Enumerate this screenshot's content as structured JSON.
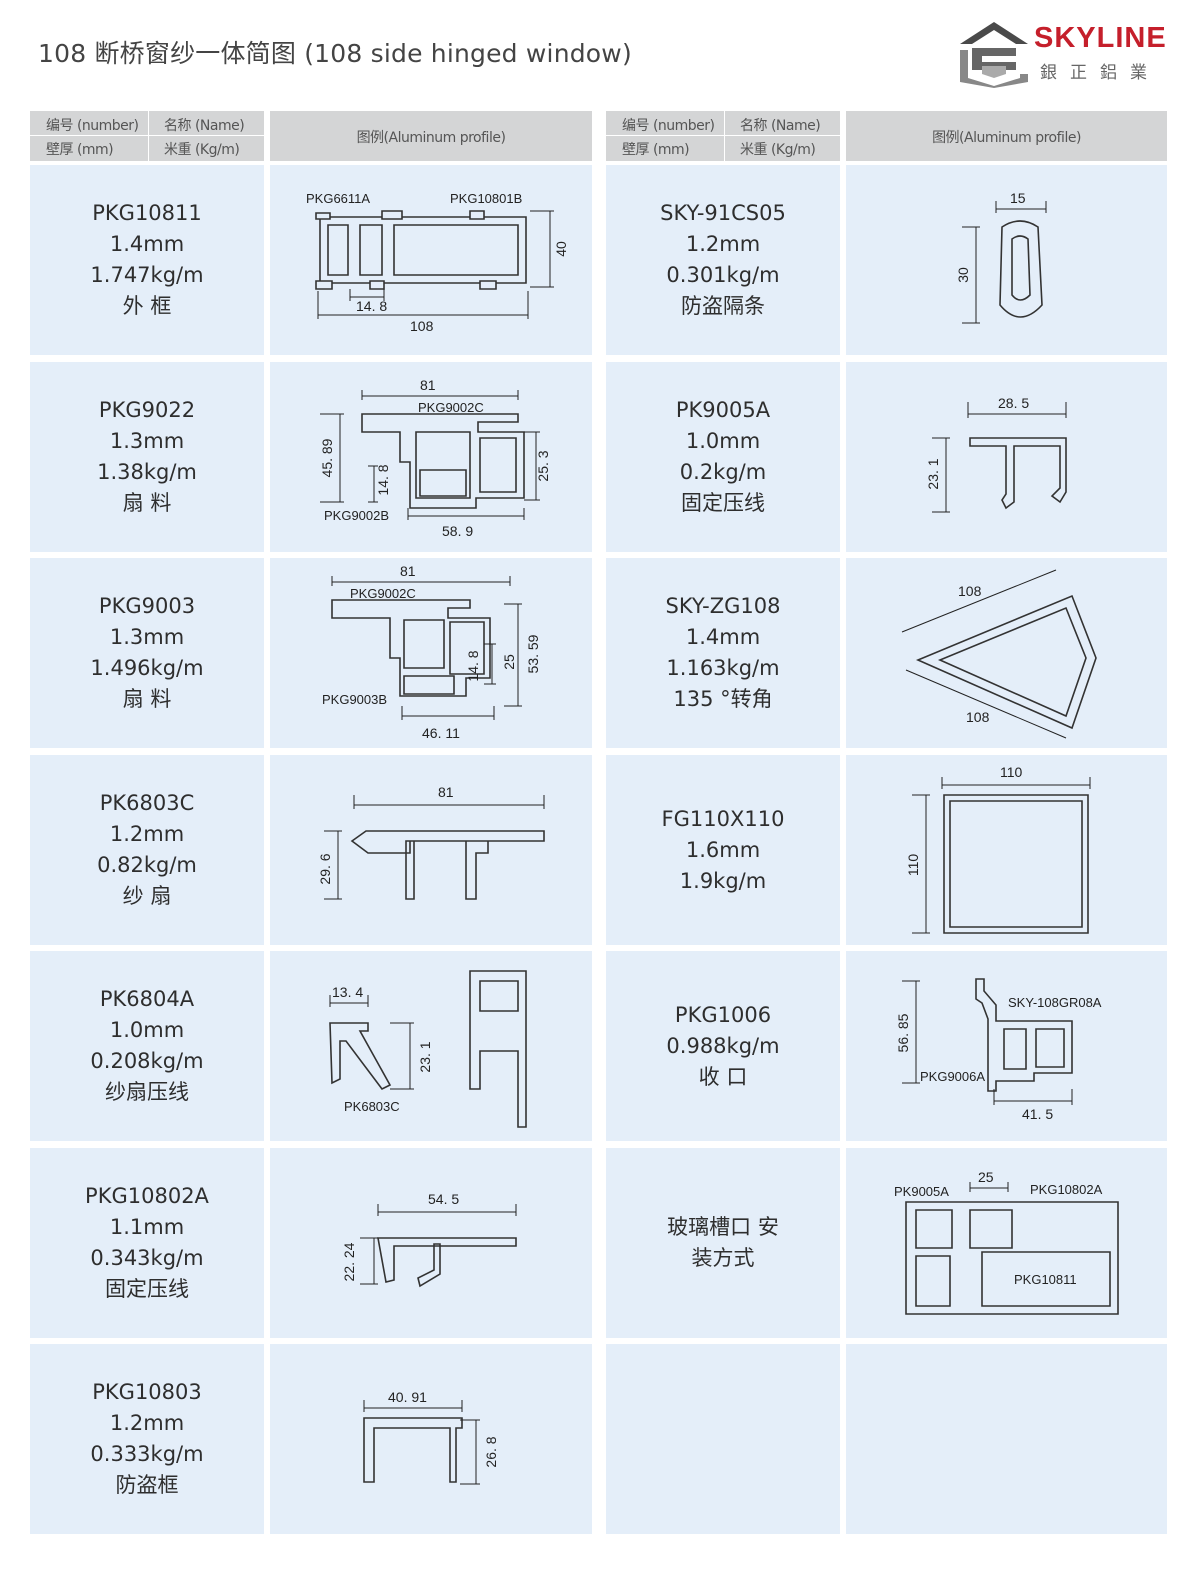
{
  "page": {
    "title": "108 断桥窗纱一体简图 (108 side hinged window)"
  },
  "brand": {
    "name_en": "SKYLINE",
    "name_cn": "銀正鋁業"
  },
  "header": {
    "number": "编号 (number)",
    "name": "名称 (Name)",
    "thickness": "壁厚 (mm)",
    "weight": "米重 (Kg/m)",
    "profile": "图例(Aluminum profile)"
  },
  "left_items": [
    {
      "code": "PKG10811",
      "thickness": "1.4mm",
      "weight": "1.747kg/m",
      "name": "外 框",
      "labels": [
        "PKG6611A",
        "PKG10801B"
      ],
      "dims": [
        "40",
        "14. 8",
        "108"
      ]
    },
    {
      "code": "PKG9022",
      "thickness": "1.3mm",
      "weight": "1.38kg/m",
      "name": "扇 料",
      "labels": [
        "PKG9002C",
        "PKG9002B"
      ],
      "dims": [
        "81",
        "45. 89",
        "14. 8",
        "25. 3",
        "58. 9"
      ]
    },
    {
      "code": "PKG9003",
      "thickness": "1.3mm",
      "weight": "1.496kg/m",
      "name": "扇 料",
      "labels": [
        "PKG9002C",
        "PKG9003B"
      ],
      "dims": [
        "81",
        "14. 8",
        "25",
        "53. 59",
        "46. 11"
      ]
    },
    {
      "code": "PK6803C",
      "thickness": "1.2mm",
      "weight": "0.82kg/m",
      "name": "纱 扇",
      "labels": [],
      "dims": [
        "81",
        "29. 6"
      ]
    },
    {
      "code": "PK6804A",
      "thickness": "1.0mm",
      "weight": "0.208kg/m",
      "name": "纱扇压线",
      "labels": [
        "PK6803C"
      ],
      "dims": [
        "13. 4",
        "23. 1"
      ]
    },
    {
      "code": "PKG10802A",
      "thickness": "1.1mm",
      "weight": "0.343kg/m",
      "name": "固定压线",
      "labels": [],
      "dims": [
        "54. 5",
        "22. 24"
      ]
    },
    {
      "code": "PKG10803",
      "thickness": "1.2mm",
      "weight": "0.333kg/m",
      "name": "防盗框",
      "labels": [],
      "dims": [
        "40. 91",
        "26. 8"
      ]
    }
  ],
  "right_items": [
    {
      "code": "SKY-91CS05",
      "thickness": "1.2mm",
      "weight": "0.301kg/m",
      "name": "防盗隔条",
      "labels": [],
      "dims": [
        "15",
        "30"
      ]
    },
    {
      "code": "PK9005A",
      "thickness": "1.0mm",
      "weight": "0.2kg/m",
      "name": "固定压线",
      "labels": [],
      "dims": [
        "28. 5",
        "23. 1"
      ]
    },
    {
      "code": "SKY-ZG108",
      "thickness": "1.4mm",
      "weight": "1.163kg/m",
      "name": "135 °转角",
      "labels": [],
      "dims": [
        "108",
        "108"
      ]
    },
    {
      "code": "FG110X110",
      "thickness": "1.6mm",
      "weight": "1.9kg/m",
      "name": "",
      "labels": [],
      "dims": [
        "110",
        "110"
      ]
    },
    {
      "code": "PKG1006",
      "thickness": "",
      "weight": "0.988kg/m",
      "name": "收 口",
      "labels": [
        "SKY-108GR08A",
        "PKG9006A"
      ],
      "dims": [
        "56. 85",
        "41. 5"
      ]
    },
    {
      "code": "",
      "thickness": "",
      "weight": "",
      "name": "玻璃槽口 安装方式",
      "labels": [
        "PK9005A",
        "PKG10802A",
        "PKG10811"
      ],
      "dims": [
        "25"
      ]
    },
    {
      "code": "",
      "thickness": "",
      "weight": "",
      "name": "",
      "labels": [],
      "dims": []
    }
  ],
  "colors": {
    "cell_bg": "#e4eef9",
    "header_bg": "#d4d5d6",
    "brand_red": "#c51f2b"
  }
}
